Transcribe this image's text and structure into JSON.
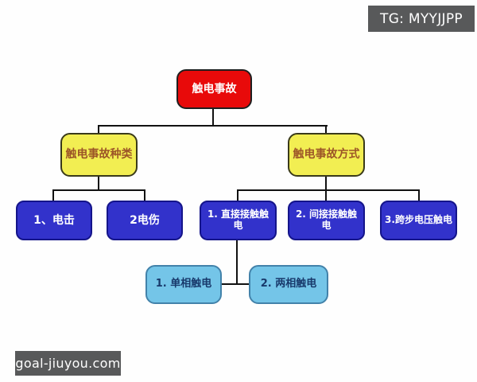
{
  "overlays": {
    "telegram_tag": "TG: MYYJJPP",
    "site_watermark": "goal-jiuyou.com"
  },
  "diagram": {
    "root": {
      "label": "触电事故"
    },
    "branches": [
      {
        "label": "触电事故种类",
        "children": [
          {
            "label": "1、电击"
          },
          {
            "label": "2电伤"
          }
        ]
      },
      {
        "label": "触电事故方式",
        "children": [
          {
            "label": "1. 直接接触触电",
            "children": [
              {
                "label": "1. 单相触电"
              },
              {
                "label": "2. 两相触电"
              }
            ]
          },
          {
            "label": "2. 间接接触触电"
          },
          {
            "label": "3.跨步电压触电"
          }
        ]
      }
    ]
  },
  "colors": {
    "root_fill": "#e80a0a",
    "branch_fill": "#f2ee52",
    "branch_text": "#9c5527",
    "leaf_fill": "#3232cb",
    "subleaf_fill": "#74c5e8",
    "subleaf_text": "#18396b",
    "connector": "#111111",
    "watermark_bg": "#58595a"
  }
}
